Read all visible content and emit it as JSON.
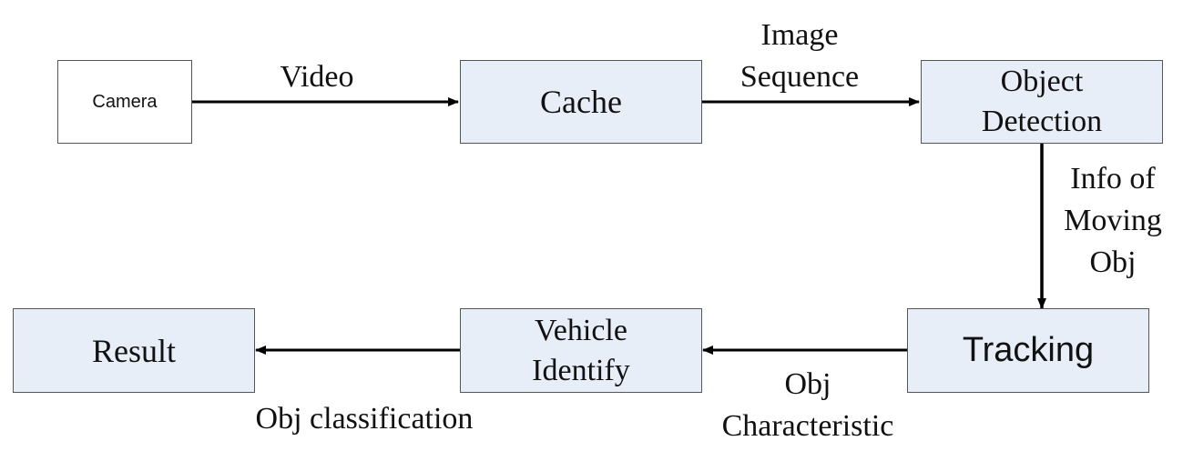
{
  "nodes": {
    "camera": "Camera",
    "cache": "Cache",
    "object_detection": "Object\nDetection",
    "tracking": "Tracking",
    "vehicle_identify": "Vehicle\nIdentify",
    "result": "Result"
  },
  "edges": {
    "video": "Video",
    "image_sequence": "Image\nSequence",
    "info_moving_obj": "Info of\nMoving\nObj",
    "obj_characteristic": "Obj\nCharacteristic",
    "obj_classification": "Obj classification"
  },
  "colors": {
    "node_fill": "#e8eef8",
    "node_border": "#555555",
    "arrow": "#000000"
  }
}
